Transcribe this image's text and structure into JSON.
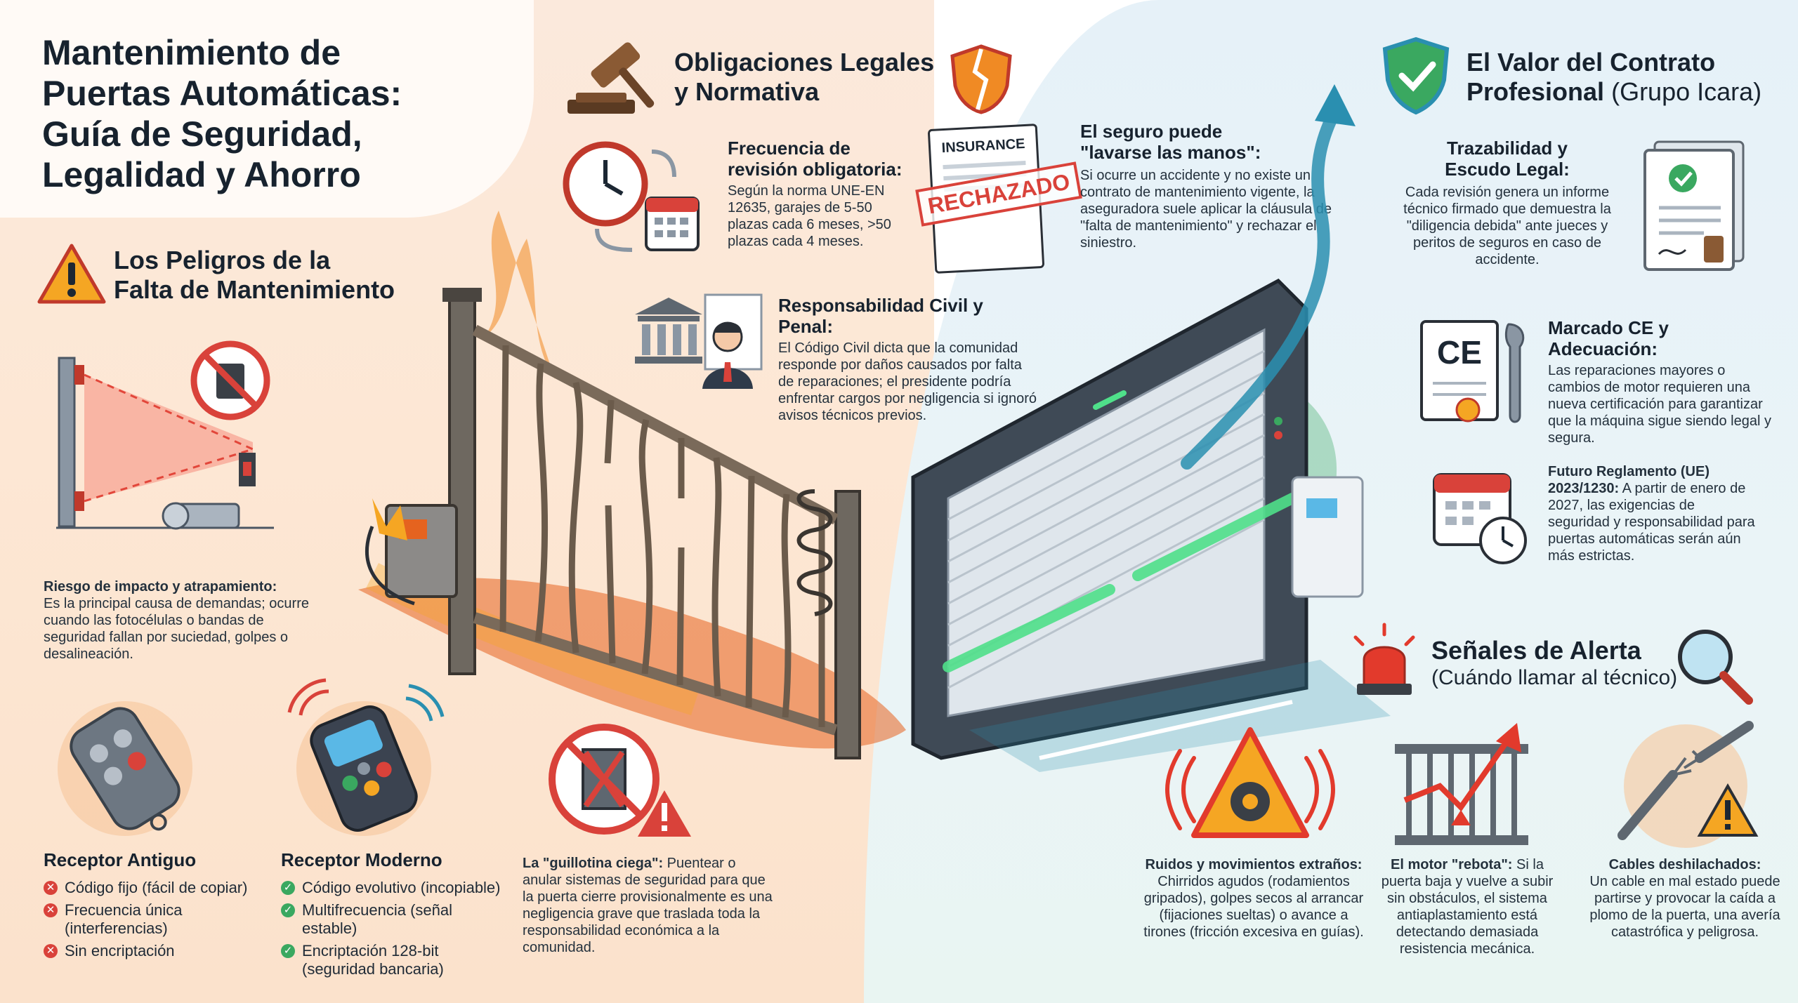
{
  "main_title": [
    "Mantenimiento de",
    "Puertas Automáticas:",
    "Guía de Seguridad,",
    "Legalidad y Ahorro"
  ],
  "dangers": {
    "title_line1": "Los Peligros de la",
    "title_line2": "Falta de Mantenimiento",
    "impact_title": "Riesgo de impacto y atrapamiento:",
    "impact_text": "Es la principal causa de demandas; ocurre cuando las fotocélulas o bandas de seguridad fallan por suciedad, golpes o desalineación."
  },
  "receptor_old": {
    "title": "Receptor Antiguo",
    "items": [
      "Código fijo (fácil de copiar)",
      "Frecuencia única (interferencias)",
      "Sin encriptación"
    ]
  },
  "receptor_new": {
    "title": "Receptor Moderno",
    "items": [
      "Código evolutivo (incopiable)",
      "Multifrecuencia (señal estable)",
      "Encriptación 128-bit (seguridad bancaria)"
    ]
  },
  "guillotina": {
    "title": "La \"guillotina ciega\":",
    "text": "Puentear o anular sistemas de seguridad para que la puerta cierre provisionalmente es una negligencia grave que traslada toda la responsabilidad económica a la comunidad."
  },
  "legal": {
    "title_line1": "Obligaciones Legales",
    "title_line2": "y Normativa",
    "freq_title_line1": "Frecuencia de",
    "freq_title_line2": "revisión obligatoria:",
    "freq_text": "Según la norma UNE-EN 12635, garajes de 5-50 plazas cada 6 meses, >50 plazas cada 4 meses.",
    "insurance_label": "INSURANCE",
    "rejected_stamp": "RECHAZADO",
    "insurance_title_line1": "El seguro puede",
    "insurance_title_line2": "\"lavarse las manos\":",
    "insurance_text": "Si ocurre un accidente y no existe un contrato de mantenimiento vigente, la aseguradora suele aplicar la cláusula de \"falta de mantenimiento\" y rechazar el siniestro.",
    "civil_title": "Responsabilidad Civil y Penal:",
    "civil_text": "El Código Civil dicta que la comunidad responde por daños causados por falta de reparaciones; el presidente podría enfrentar cargos por negligencia si ignoró avisos técnicos previos."
  },
  "contract": {
    "title_line1": "El Valor del Contrato",
    "title_line2": "Profesional",
    "title_suffix": "(Grupo Icara)",
    "trace_title_line1": "Trazabilidad y",
    "trace_title_line2": "Escudo Legal:",
    "trace_text": "Cada revisión genera un informe técnico firmado que demuestra la \"diligencia debida\" ante jueces y peritos de seguros en caso de accidente.",
    "ce_label": "CE",
    "ce_title": "Marcado CE y Adecuación:",
    "ce_text": "Las reparaciones mayores o cambios de motor requieren una nueva certificación para garantizar que la máquina sigue siendo legal y segura.",
    "reg_title": "Futuro Reglamento (UE) 2023/1230:",
    "reg_text": "A partir de enero de 2027, las exigencias de seguridad y responsabilidad para puertas automáticas serán aún más estrictas."
  },
  "alerts": {
    "title": "Señales de Alerta",
    "subtitle": "(Cuándo llamar al técnico)",
    "noise_title": "Ruidos y movimientos extraños:",
    "noise_text": "Chirridos agudos (rodamientos gripados), golpes secos al arrancar (fijaciones sueltas) o avance a tirones (fricción excesiva en guías).",
    "motor_title": "El motor \"rebota\":",
    "motor_text": "Si la puerta baja y vuelve a subir sin obstáculos, el sistema antiaplastamiento está detectando demasiada resistencia mecánica.",
    "cables_title": "Cables deshilachados:",
    "cables_text": "Un cable en mal estado puede partirse y provocar la caída a plomo de la puerta, una avería catastrófica y peligrosa."
  },
  "colors": {
    "danger": "#d9423a",
    "ok": "#3aa860",
    "accent_orange": "#f08a24",
    "accent_teal": "#2a8fb0",
    "ink": "#17222e"
  }
}
